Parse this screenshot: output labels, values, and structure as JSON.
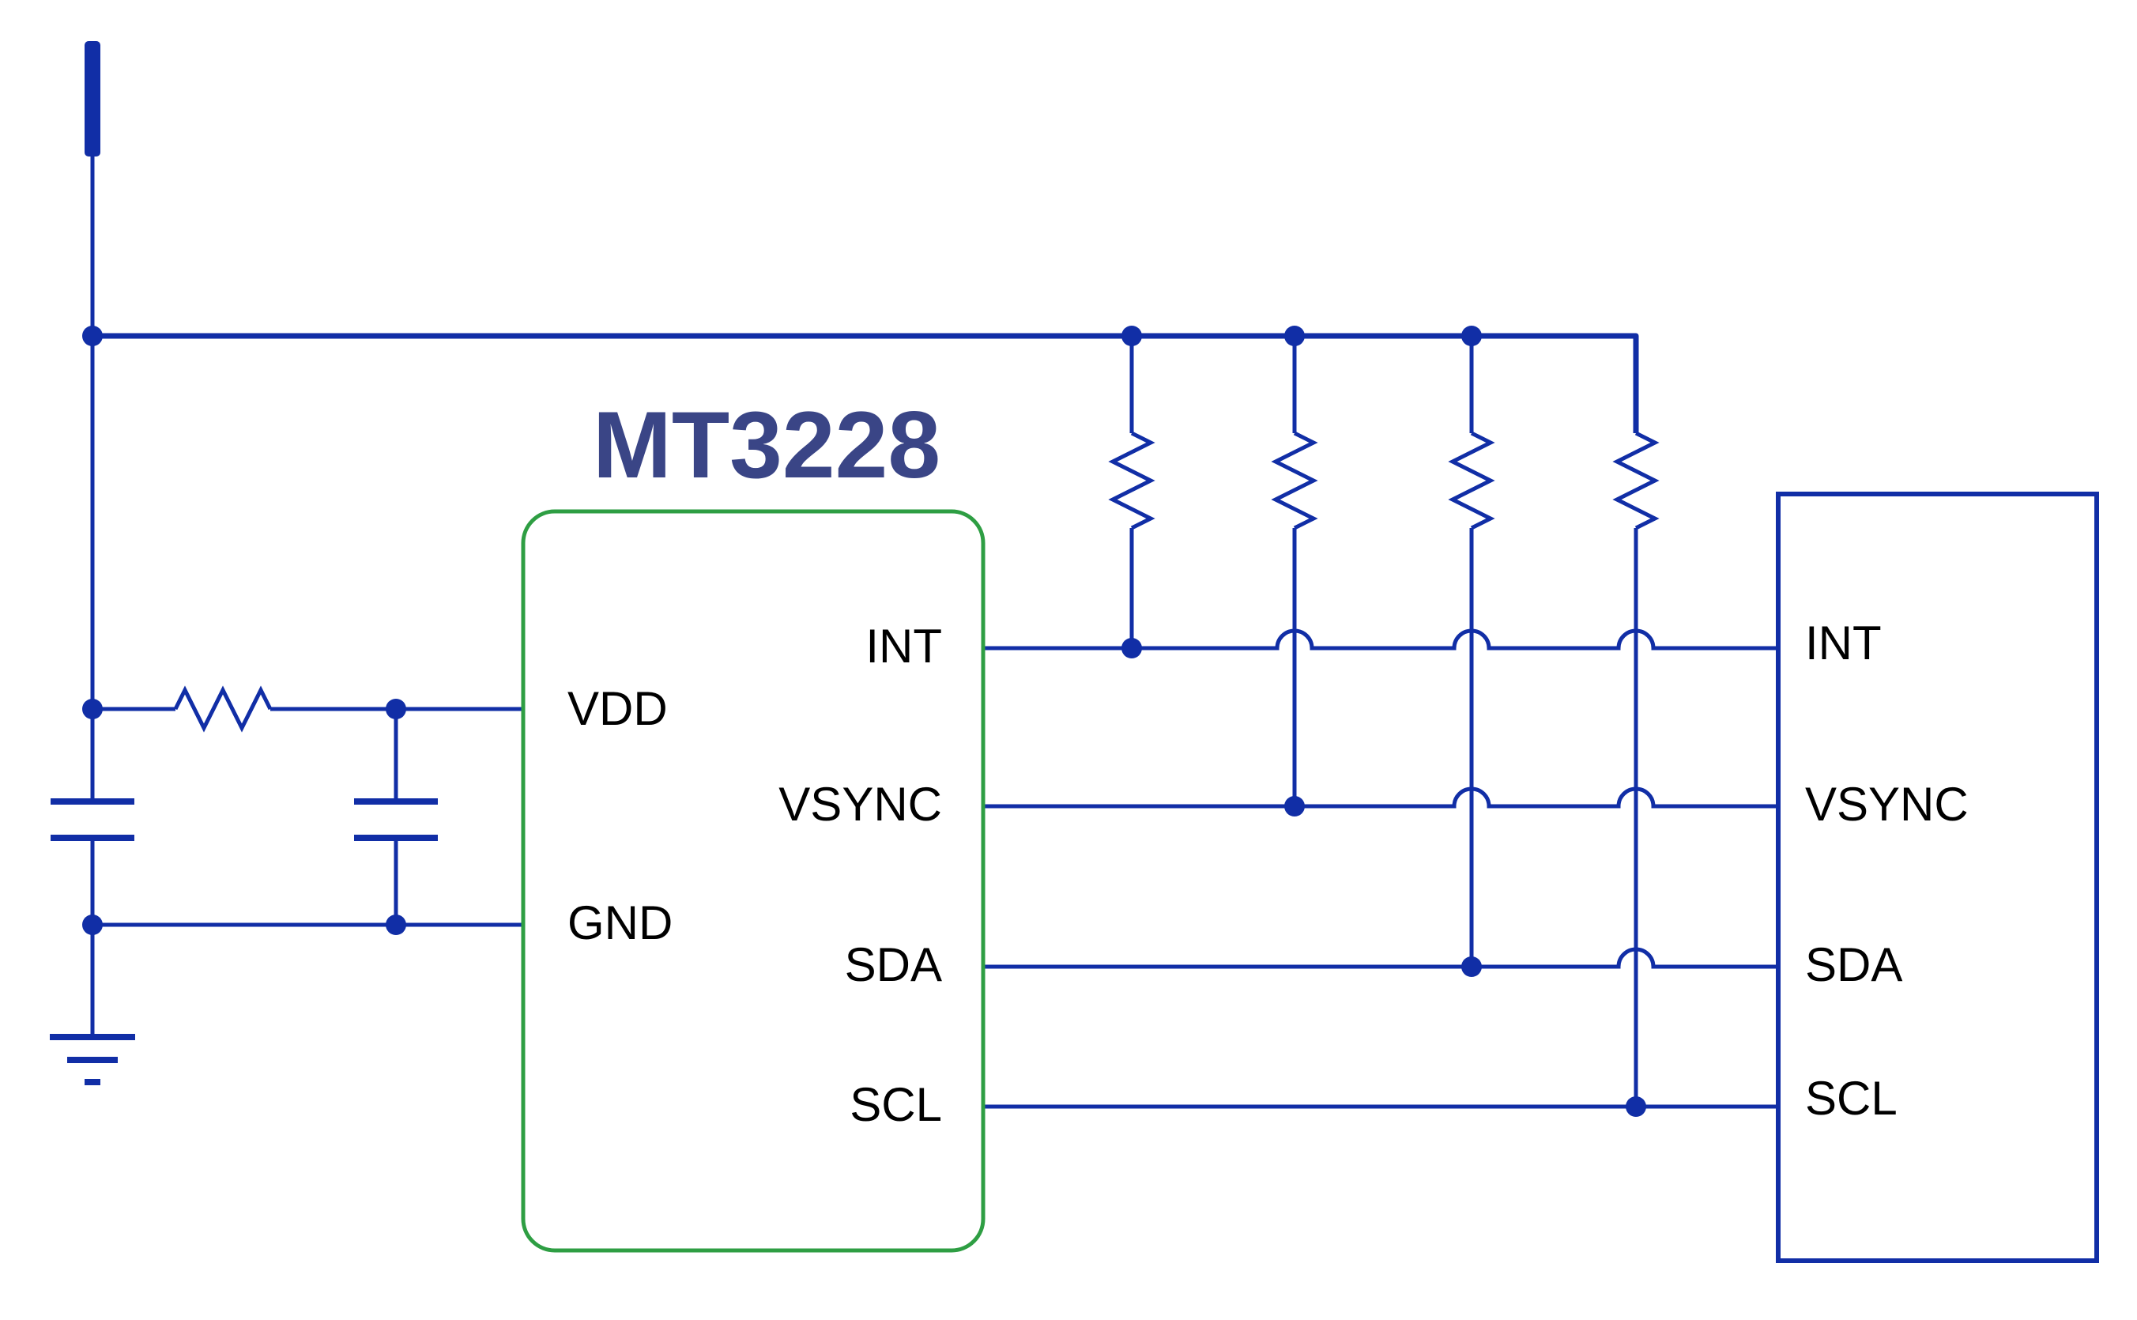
{
  "title": "MT3228",
  "chip": {
    "name": "MT3228",
    "pins_left": [
      {
        "label": "VDD"
      },
      {
        "label": "GND"
      }
    ],
    "pins_right": [
      {
        "label": "INT"
      },
      {
        "label": "VSYNC"
      },
      {
        "label": "SDA"
      },
      {
        "label": "SCL"
      }
    ]
  },
  "host": {
    "pins": [
      {
        "label": "INT"
      },
      {
        "label": "VSYNC"
      },
      {
        "label": "SDA"
      },
      {
        "label": "SCL"
      }
    ]
  },
  "symbols": [
    {
      "name": "power-source-bar"
    },
    {
      "name": "pullup-resistor",
      "count": 4
    },
    {
      "name": "series-resistor",
      "count": 1
    },
    {
      "name": "decoupling-capacitor",
      "count": 2
    },
    {
      "name": "ground-symbol",
      "count": 1
    },
    {
      "name": "junction-dot",
      "count": 12
    },
    {
      "name": "wire-hopover-arc",
      "count": 6
    }
  ],
  "colors": {
    "wire": "#112ea6",
    "chip_outline": "#2e9e43",
    "title": "#3a4586",
    "label": "#000000",
    "background": "#ffffff"
  }
}
